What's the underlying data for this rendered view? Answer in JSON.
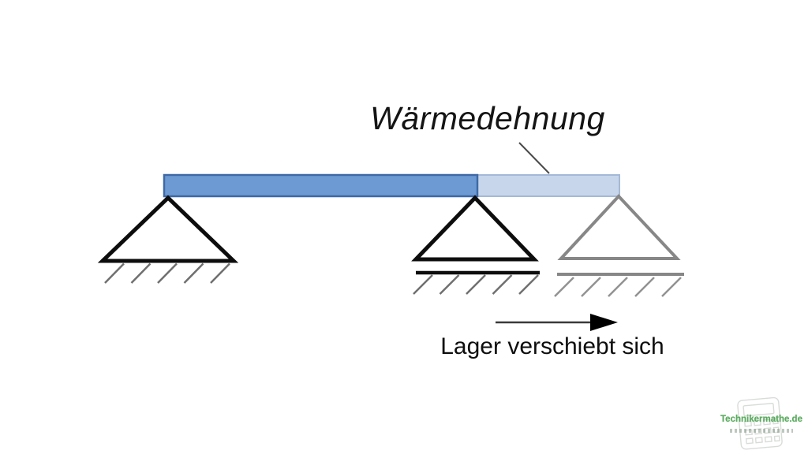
{
  "title": {
    "text": "Wärmedehnung"
  },
  "beam": {
    "warm_fill": "#6d9ad2",
    "warm_stroke": "#3e69a6",
    "expanded_fill": "#c7d6ea",
    "expanded_stroke": "#a4b9d7"
  },
  "supports": {
    "fixed_color": "#0d0d0d",
    "displaced_color": "#878787",
    "hatch_dark": "#6f6f6f",
    "hatch_gray": "#929292",
    "fill": "#ffffff"
  },
  "annotation": {
    "leader_color": "#4a4a4a"
  },
  "arrow": {
    "label": "Lager verschiebt sich",
    "shaft_color": "#3a3a3a",
    "head_color": "#000000"
  },
  "watermark": {
    "brand": "Technikermathe.de",
    "brand_color": "#3f9d45",
    "icon_color": "#b9c0b9"
  }
}
